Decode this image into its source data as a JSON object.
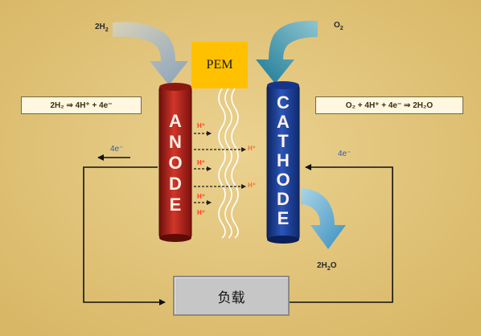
{
  "inputs": {
    "hydrogen": "2H",
    "hydrogen_sub": "2",
    "oxygen": "O",
    "oxygen_sub": "2"
  },
  "membrane_label": "PEM",
  "anode": {
    "letters": [
      "A",
      "N",
      "O",
      "D",
      "E"
    ]
  },
  "cathode": {
    "letters": [
      "C",
      "A",
      "T",
      "H",
      "O",
      "D",
      "E"
    ]
  },
  "equations": {
    "anode_rxn": "2H₂ ⇒ 4H⁺ + 4e⁻",
    "cathode_rxn": "O₂ + 4H⁺ + 4e⁻ ⇒ 2H₂O"
  },
  "protons": [
    "H⁺",
    "H⁺",
    "H⁺",
    "H⁺",
    "H⁺",
    "H⁺"
  ],
  "electrons": {
    "left": "4e⁻",
    "right": "4e⁻"
  },
  "product": {
    "water": "2H",
    "water_sub": "2",
    "water_tail": "O"
  },
  "load_label": "负载",
  "colors": {
    "background": "#e2c57a",
    "anode": "#b8221c",
    "cathode": "#1d3f96",
    "membrane_tag": "#ffc000",
    "load_box": "#c6c6c6",
    "flow_arrow_h2": "#a9bccb",
    "flow_arrow_o2": "#2f8fa8",
    "water_arrow": "#5aa9d2"
  }
}
